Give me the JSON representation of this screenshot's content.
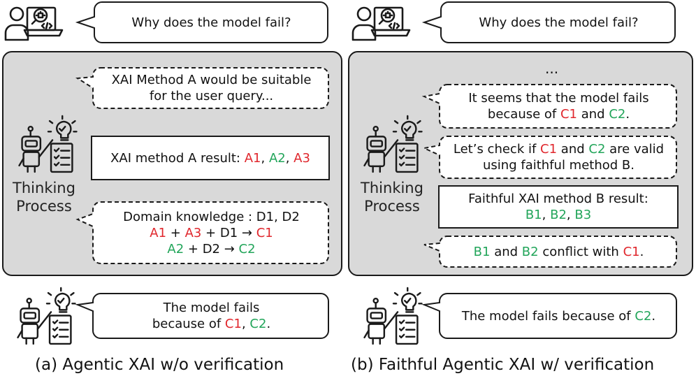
{
  "left": {
    "question": "Why does the model fail?",
    "thinking_label_line1": "Thinking",
    "thinking_label_line2": "Process",
    "thought1_line1": "XAI Method A would be suitable",
    "thought1_line2": "for the user query...",
    "result_prefix": "XAI method A result: ",
    "result_items": [
      "A1",
      "A2",
      "A3"
    ],
    "sep": ", ",
    "knowledge_line1": "Domain knowledge : D1, D2",
    "k2_a1": "A1",
    "k2_plus1": " + ",
    "k2_a3": "A3",
    "k2_rest": " + D1 → ",
    "k2_c1": "C1",
    "k3_a2": "A2",
    "k3_rest": " + D2 → ",
    "k3_c2": "C2",
    "answer_line1": "The model fails",
    "answer_line2_prefix": "because of ",
    "answer_c1": "C1",
    "answer_sep": ", ",
    "answer_c2": "C2",
    "answer_end": ".",
    "caption": "(a) Agentic XAI w/o verification"
  },
  "right": {
    "question": "Why does the model fail?",
    "thinking_label_line1": "Thinking",
    "thinking_label_line2": "Process",
    "ellipsis": "...",
    "t1_line1": "It seems that the model fails",
    "t1_line2_prefix": "because of ",
    "t1_c1": "C1",
    "t1_and": " and ",
    "t1_c2": "C2",
    "t1_end": ".",
    "t2_prefix": "Let’s check if ",
    "t2_c1": "C1",
    "t2_and": " and ",
    "t2_c2": "C2",
    "t2_suffix": " are valid",
    "t2_line2": "using faithful method B.",
    "result_line1": "Faithful XAI method B result:",
    "result_items": [
      "B1",
      "B2",
      "B3"
    ],
    "sep": ", ",
    "t3_b1": "B1",
    "t3_and": " and ",
    "t3_b2": "B2",
    "t3_mid": " conflict with ",
    "t3_c1": "C1",
    "t3_end": ".",
    "answer_prefix": "The model fails because of ",
    "answer_c2": "C2",
    "answer_end": ".",
    "caption": "(b) Faithful Agentic XAI w/ verification"
  },
  "colors": {
    "red": "#e0272d",
    "green": "#22a55a",
    "panel": "#d9d9d9",
    "stroke": "#1a1a1a"
  },
  "icons": {
    "user": "user-laptop-bug-icon",
    "agent": "robot-idea-checklist-icon"
  }
}
